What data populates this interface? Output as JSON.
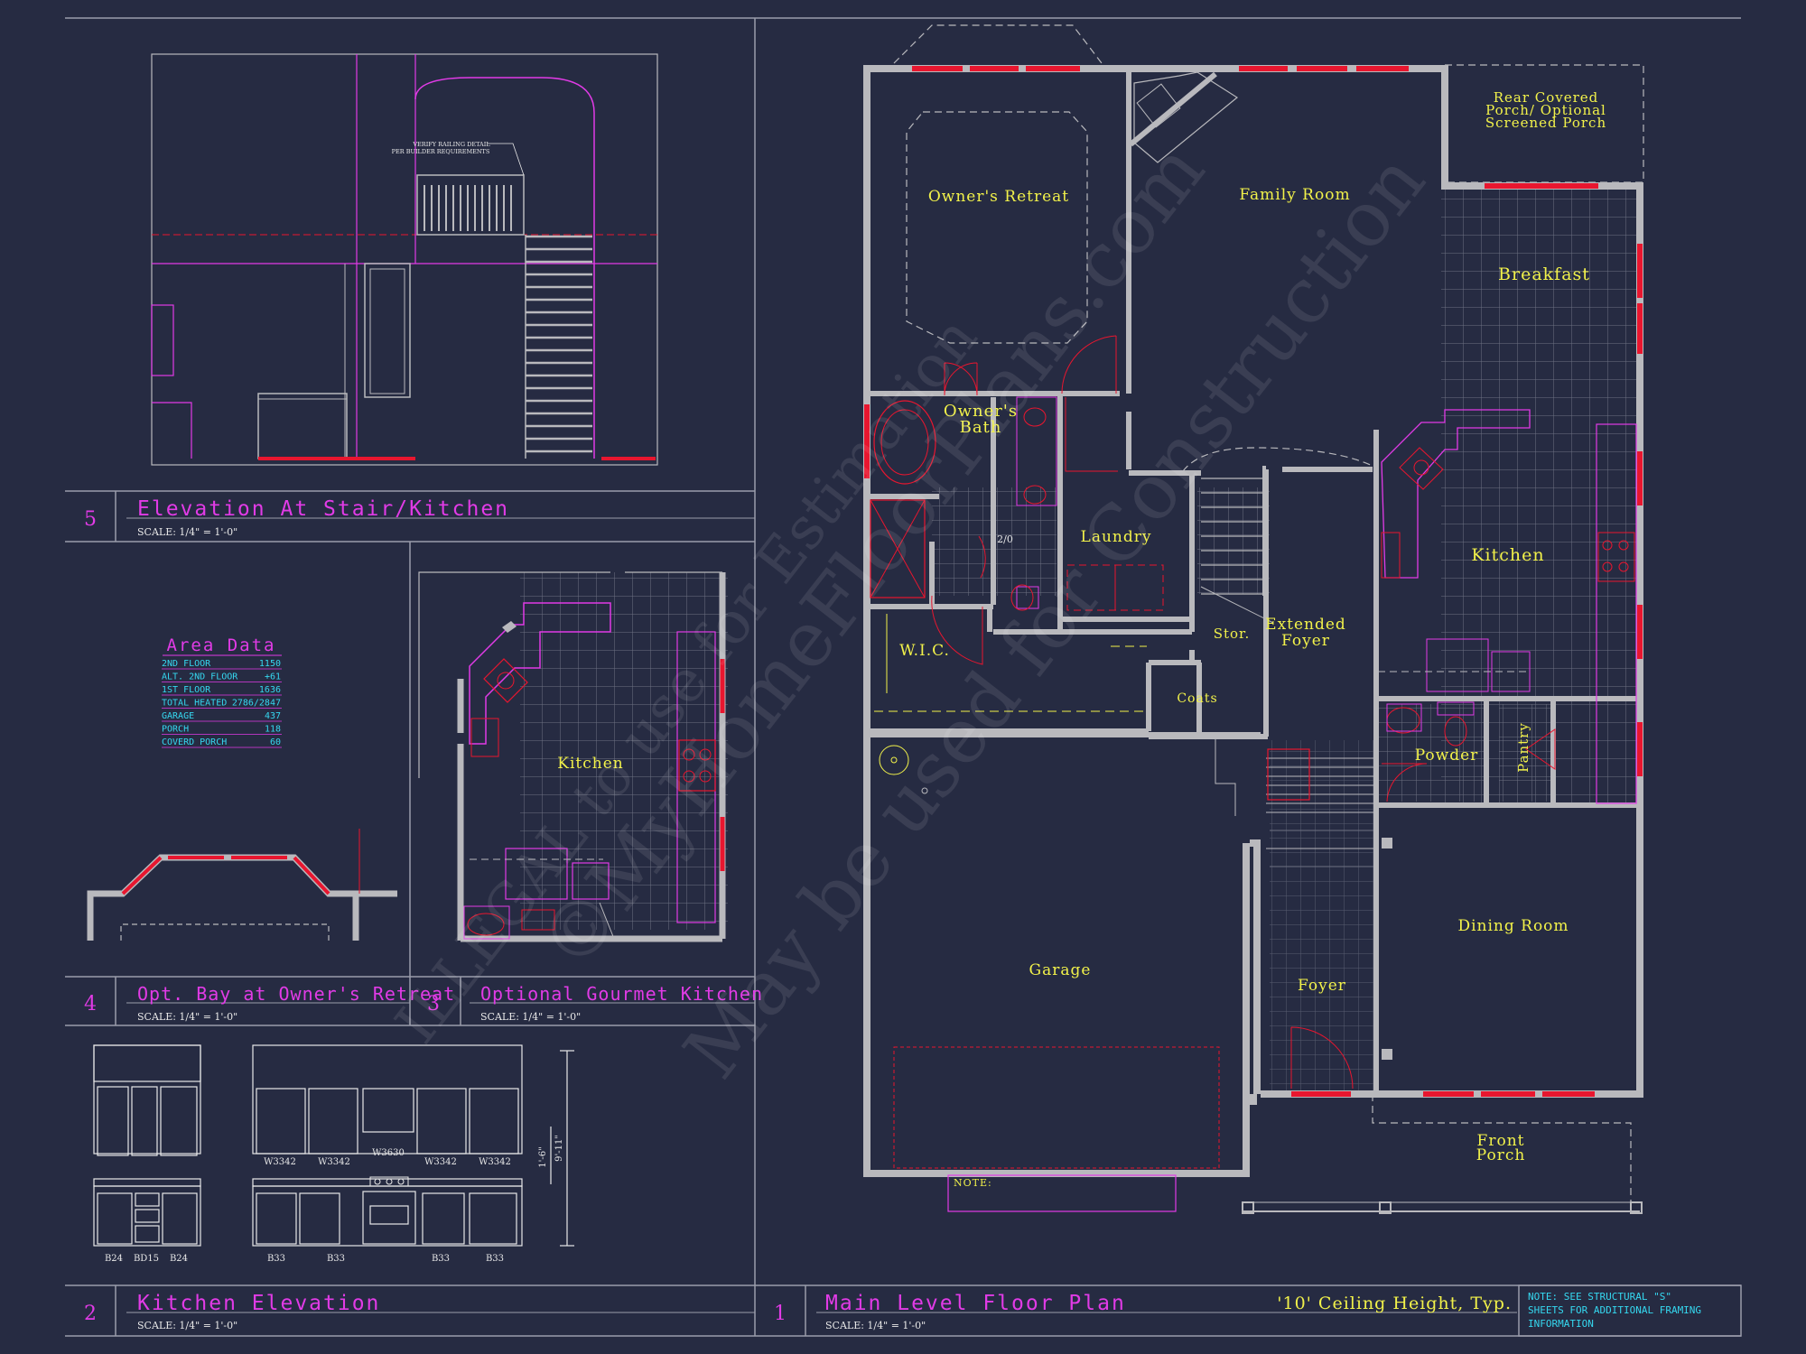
{
  "main_plan": {
    "number": "1",
    "title": "Main Level Floor Plan",
    "scale": "SCALE: 1/4\" = 1'-0\"",
    "ceiling_note": "'10' Ceiling Height, Typ.",
    "structural_note": [
      "NOTE: SEE STRUCTURAL \"S\"",
      "SHEETS FOR ADDITIONAL FRAMING",
      "INFORMATION"
    ],
    "rooms": {
      "owners_retreat": "Owner's Retreat",
      "family_room": "Family Room",
      "rear_porch": [
        "Rear Covered",
        "Porch/ Optional",
        "Screened Porch"
      ],
      "breakfast": "Breakfast",
      "owners_bath": [
        "Owner's",
        "Bath"
      ],
      "laundry": "Laundry",
      "kitchen": "Kitchen",
      "wic": "W.I.C.",
      "stor": "Stor.",
      "extended_foyer": [
        "Extended",
        "Foyer"
      ],
      "coats": "Coats",
      "powder": "Powder",
      "pantry": "Pantry",
      "garage": "Garage",
      "foyer": "Foyer",
      "dining_room": "Dining Room",
      "front_porch": [
        "Front",
        "Porch"
      ],
      "door_tag": "2/0"
    },
    "garage_note": "NOTE:"
  },
  "elevation_stair": {
    "number": "5",
    "title": "Elevation At Stair/Kitchen",
    "scale": "SCALE: 1/4\" = 1'-0\"",
    "note": [
      "VERIFY RAILING DETAIL",
      "PER BUILDER REQUIREMENTS"
    ]
  },
  "area_data": {
    "title": "Area Data",
    "rows": [
      {
        "label": "2ND FLOOR",
        "value": "1150"
      },
      {
        "label": "ALT. 2ND FLOOR",
        "value": "+61"
      },
      {
        "label": "1ST FLOOR",
        "value": "1636"
      },
      {
        "label": "TOTAL HEATED",
        "value": "2786/2847"
      },
      {
        "label": "GARAGE",
        "value": "437"
      },
      {
        "label": "PORCH",
        "value": "118"
      },
      {
        "label": "COVERD PORCH",
        "value": "60"
      }
    ]
  },
  "bay_detail": {
    "number": "4",
    "title": "Opt. Bay at Owner's Retreat",
    "scale": "SCALE: 1/4\" = 1'-0\""
  },
  "gourmet_kitchen": {
    "number": "3",
    "title": "Optional Gourmet Kitchen",
    "scale": "SCALE: 1/4\" = 1'-0\"",
    "room": "Kitchen"
  },
  "kitchen_elevation": {
    "number": "2",
    "title": "Kitchen Elevation",
    "scale": "SCALE: 1/4\" = 1'-0\"",
    "upper_labels": [
      "W3342",
      "W3342",
      "W3630",
      "W3342",
      "W3342"
    ],
    "base_labels_left": [
      "B24",
      "BD15",
      "B24"
    ],
    "base_labels_right": [
      "B33",
      "B33",
      "B33",
      "B33"
    ],
    "dim_total": "9'-11\"",
    "dim_part": "1'-6\""
  },
  "watermark": [
    "©MyHomeFloorPlans.com",
    "May be used for Construction",
    "ILLEGAL to use for Estimation"
  ],
  "colors": {
    "background": "#262b42",
    "wall": "#b9b9bd",
    "label": "#f2f24a",
    "title": "#e13be6",
    "window": "#e8162f",
    "area_text": "#35d8f0"
  }
}
